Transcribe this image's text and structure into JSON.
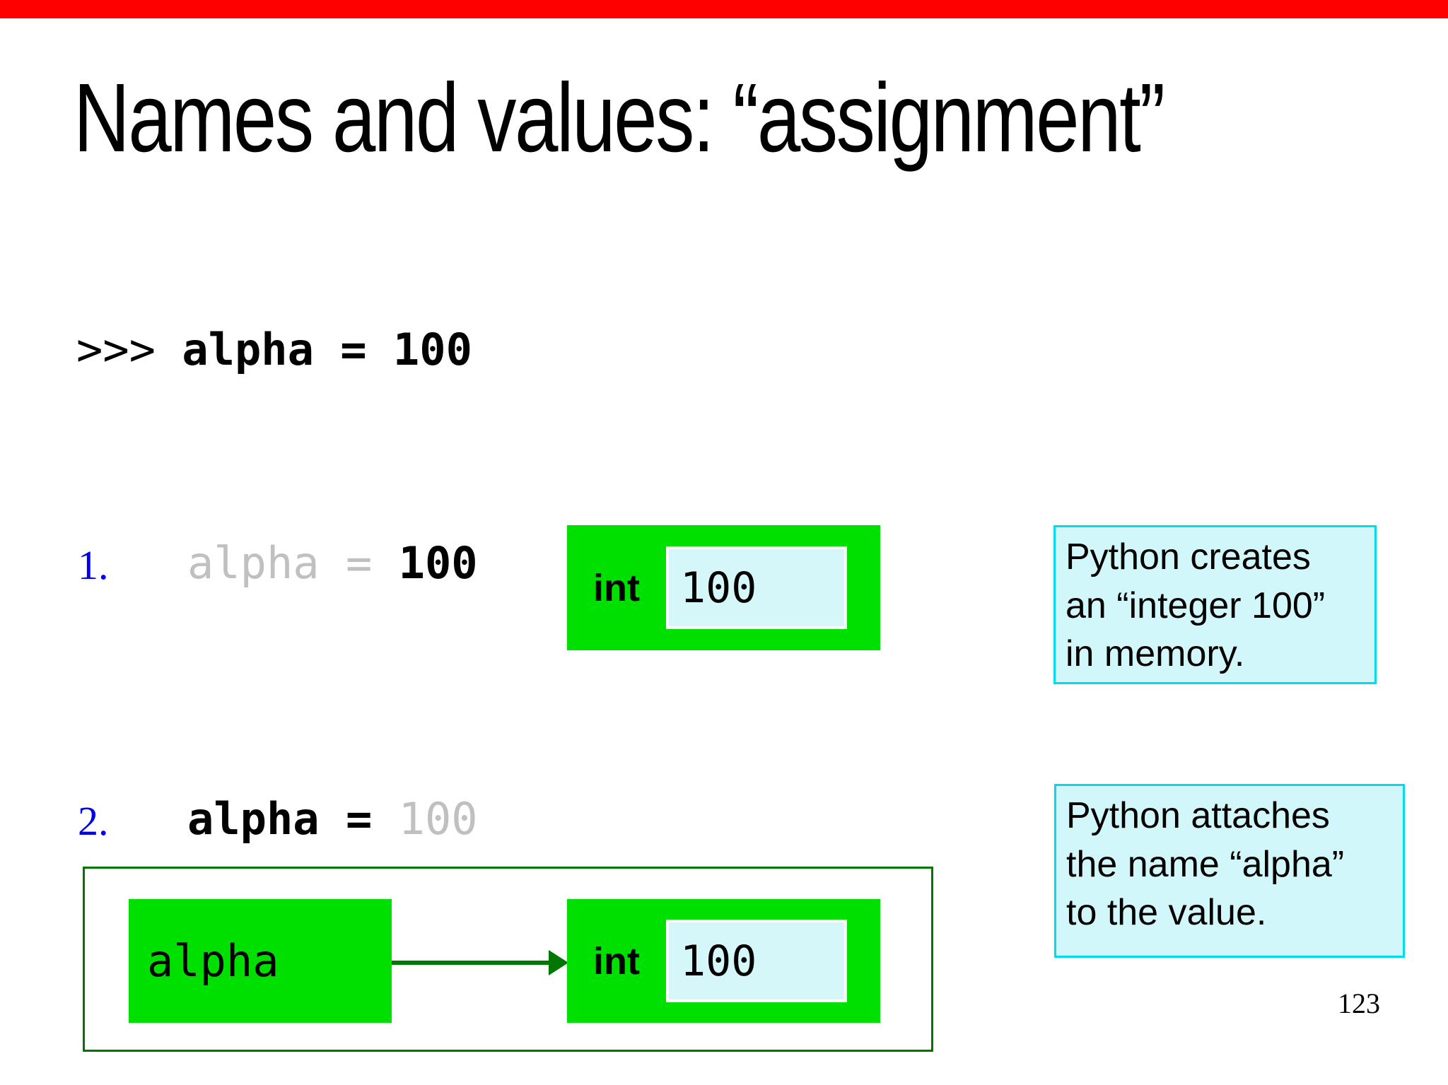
{
  "slide": {
    "title": "Names and values: “assignment”",
    "page_number": "123"
  },
  "colors": {
    "accent_bar": "#ff0000",
    "object_green": "#00e000",
    "diagram_green": "#007700",
    "note_fill": "#d2f7fa",
    "note_border": "#00dcec",
    "value_fill": "#d5f7f9",
    "dim_gray": "#c0c0c0",
    "number_blue": "#0000ee"
  },
  "repl": {
    "prompt": ">>> ",
    "code": "alpha = 100"
  },
  "step1": {
    "number": "1.",
    "dim_code": "alpha = ",
    "strong_code": "100",
    "object": {
      "type_label": "int",
      "value": "100"
    },
    "note": "Python creates\nan “integer 100”\nin memory."
  },
  "step2": {
    "number": "2.",
    "strong_code": "alpha = ",
    "dim_code": "100",
    "name_box": "alpha",
    "object": {
      "type_label": "int",
      "value": "100"
    },
    "note": "Python attaches\nthe name “alpha”\nto the value."
  }
}
